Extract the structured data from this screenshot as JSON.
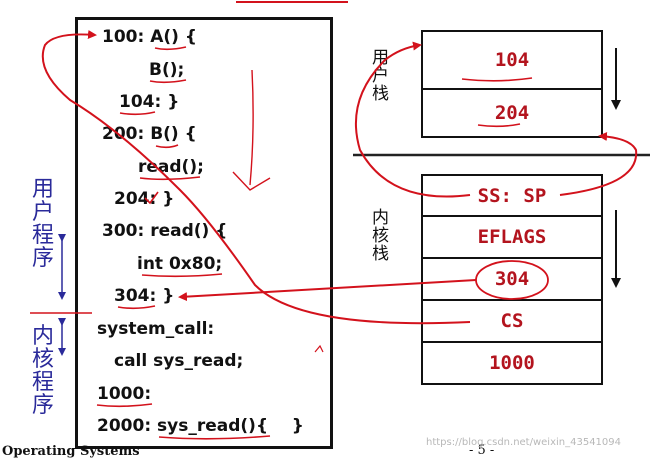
{
  "code_lines": [
    {
      "id": "code-line-100",
      "text": "100: A() {"
    },
    {
      "id": "code-line-call-b",
      "text": "B();"
    },
    {
      "id": "code-line-104",
      "text": "104: }"
    },
    {
      "id": "code-line-200",
      "text": "200: B() {"
    },
    {
      "id": "code-line-call-read",
      "text": "read();"
    },
    {
      "id": "code-line-204",
      "text": "204: }"
    },
    {
      "id": "code-line-300",
      "text": "300: read() {"
    },
    {
      "id": "code-line-int",
      "text": "int 0x80;"
    },
    {
      "id": "code-line-304",
      "text": "304: }"
    },
    {
      "id": "code-line-system-call",
      "text": "system_call:"
    },
    {
      "id": "code-line-call-sys-read",
      "text": "call sys_read;"
    },
    {
      "id": "code-line-1000",
      "text": "1000:"
    },
    {
      "id": "code-line-2000",
      "text": "2000: sys_read(){    }"
    }
  ],
  "user_stack": {
    "label": [
      "用",
      "户",
      "栈"
    ],
    "cells": [
      "104",
      "204"
    ]
  },
  "kernel_stack": {
    "label": [
      "内",
      "核",
      "栈"
    ],
    "cells": [
      "SS: SP",
      "EFLAGS",
      "304",
      "CS",
      "1000"
    ]
  },
  "left_labels": {
    "user_program": [
      "用",
      "户",
      "程",
      "序"
    ],
    "kernel_program": [
      "内",
      "核",
      "程",
      "序"
    ]
  },
  "footer": {
    "course": "Operating Systems",
    "page": "- 5 -",
    "watermark": "https://blog.csdn.net/weixin_43541094"
  },
  "colors": {
    "ink": "#111111",
    "annotation_red": "#d3121c",
    "stack_text": "#b3141e",
    "label_blue": "#2a2a9a",
    "divider": "#222222"
  }
}
